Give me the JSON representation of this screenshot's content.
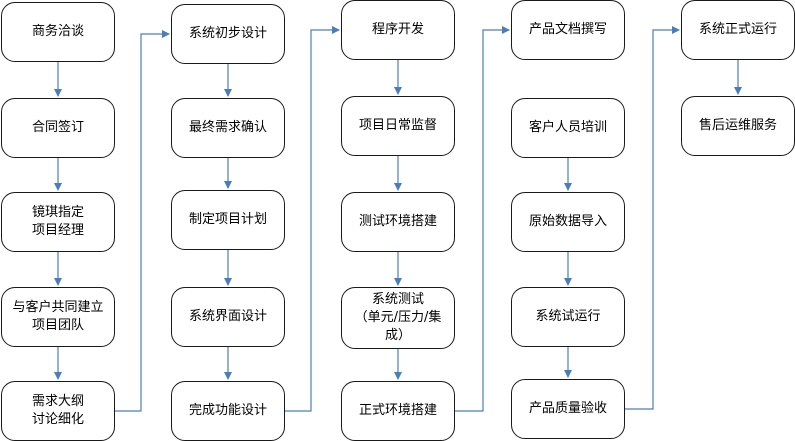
{
  "colors": {
    "connector": "#4a7ebb",
    "border": "#1a1a1a"
  },
  "columns": [
    {
      "steps": [
        "商务洽谈",
        "合同签订",
        "镜琪指定\n项目经理",
        "与客户共同建立\n项目团队",
        "需求大纲\n讨论细化"
      ]
    },
    {
      "steps": [
        "系统初步设计",
        "最终需求确认",
        "制定项目计划",
        "系统界面设计",
        "完成功能设计"
      ]
    },
    {
      "steps": [
        "程序开发",
        "项目日常监督",
        "测试环境搭建",
        "系统测试\n（单元/压力/集\n成）",
        "正式环境搭建"
      ]
    },
    {
      "steps": [
        "产品文档撰写",
        "客户人员培训",
        "原始数据导入",
        "系统试运行",
        "产品质量验收"
      ]
    },
    {
      "steps": [
        "系统正式运行",
        "售后运维服务"
      ]
    }
  ]
}
